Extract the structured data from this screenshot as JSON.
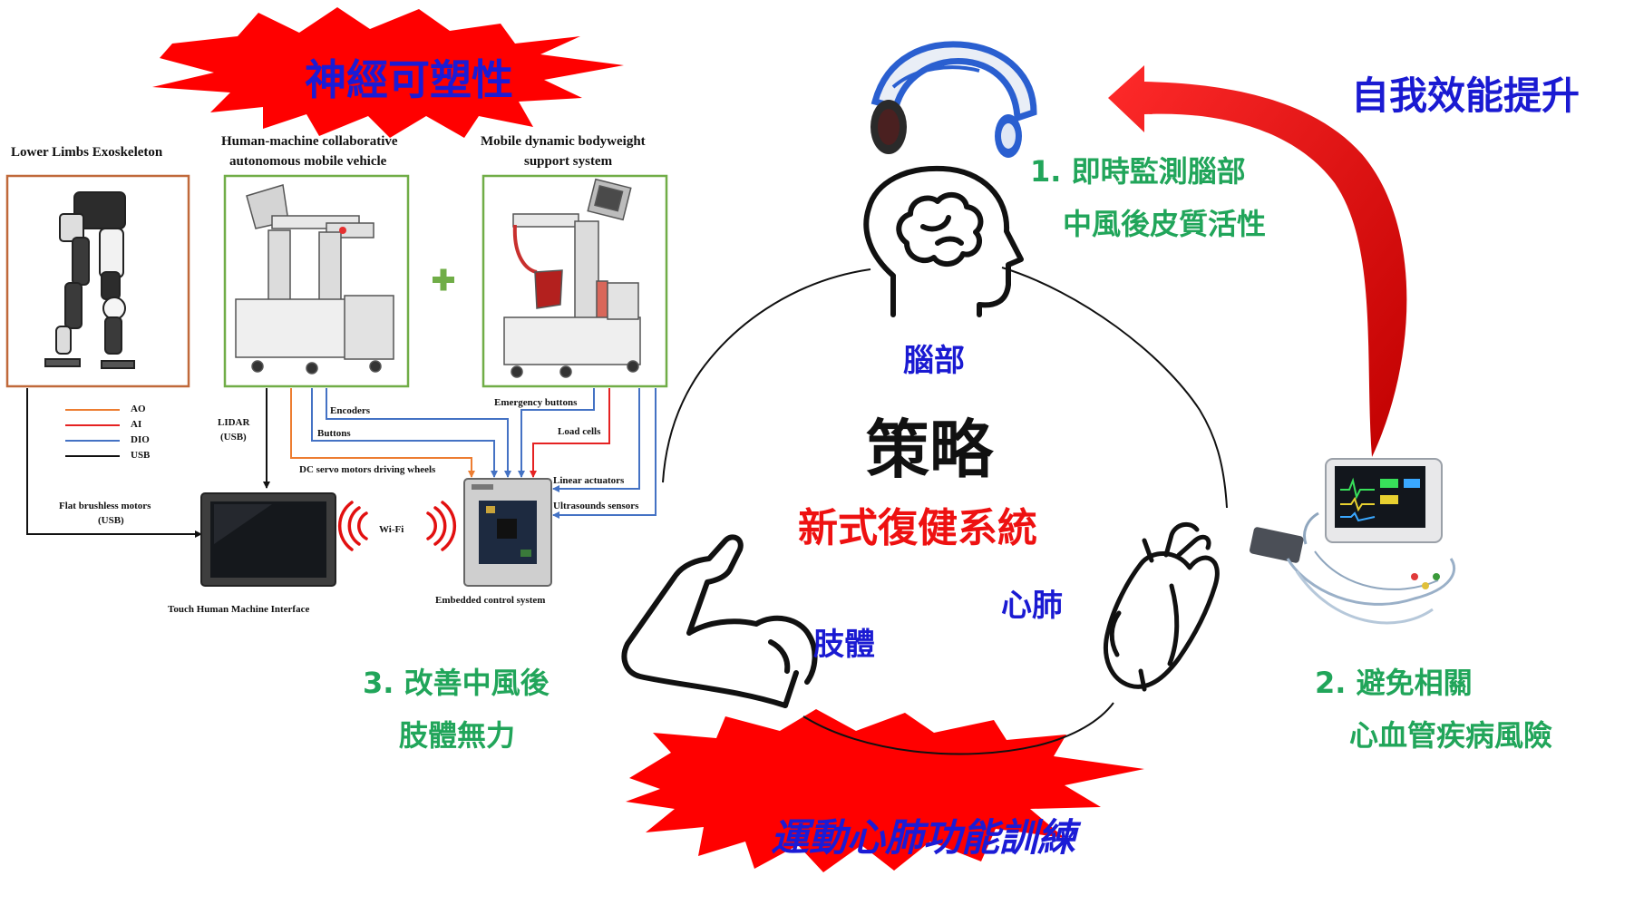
{
  "colors": {
    "burst": "#ff0000",
    "burst_text": "#1b1bd6",
    "heading_blue": "#1a1ad2",
    "green_text": "#21a55a",
    "red_text": "#ee1111",
    "box_orange": "#c0693a",
    "box_green": "#70ad47",
    "line_blue": "#4472c4",
    "line_orange": "#ed7d31",
    "line_red": "#e52222"
  },
  "bursts": {
    "top": "神經可塑性",
    "bottom": "運動心肺功能訓練"
  },
  "top_right_title": "自我效能提升",
  "center": {
    "title": "策略",
    "subtitle": "新式復健系統",
    "brain_label": "腦部",
    "heart_label": "心肺",
    "limb_label": "肢體"
  },
  "steps": {
    "step1_line1": "1. 即時監測腦部",
    "step1_line2": "中風後皮質活性",
    "step2_line1": "2. 避免相關",
    "step2_line2": "心血管疾病風險",
    "step3_line1": "3. 改善中風後",
    "step3_line2": "肢體無力"
  },
  "system": {
    "exo_title": "Lower Limbs Exoskeleton",
    "vehicle_title_1": "Human-machine collaborative",
    "vehicle_title_2": "autonomous mobile vehicle",
    "bws_title_1": "Mobile dynamic bodyweight",
    "bws_title_2": "support system",
    "legend": [
      {
        "label": "AO",
        "color": "#ed7d31"
      },
      {
        "label": "AI",
        "color": "#e52222"
      },
      {
        "label": "DIO",
        "color": "#4472c4"
      },
      {
        "label": "USB",
        "color": "#111111"
      }
    ],
    "lidar_1": "LIDAR",
    "lidar_2": "(USB)",
    "encoders": "Encoders",
    "buttons": "Buttons",
    "servo": "DC servo motors driving wheels",
    "emergency": "Emergency buttons",
    "load_cells": "Load cells",
    "linear": "Linear actuators",
    "ultrasounds": "Ultrasounds sensors",
    "flat_motors_1": "Flat brushless motors",
    "flat_motors_2": "(USB)",
    "wifi": "Wi-Fi",
    "touch_hmi": "Touch Human Machine Interface",
    "embedded": "Embedded control system"
  }
}
